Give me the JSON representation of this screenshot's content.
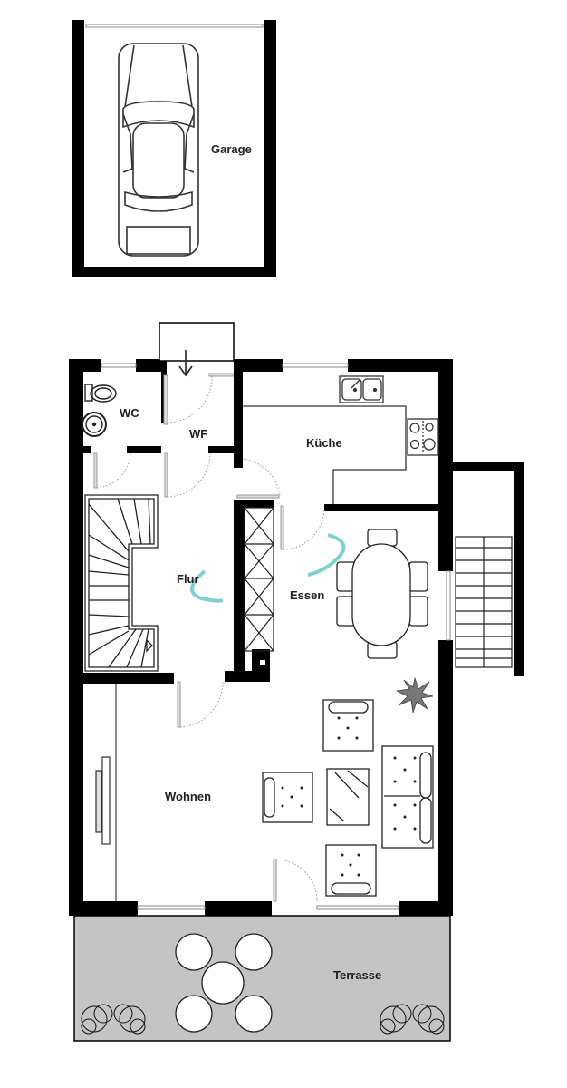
{
  "plan": {
    "type": "floor-plan",
    "colors": {
      "wall": "#000000",
      "terrace_fill": "#c4c4c4",
      "watermark": "#6cc8c8",
      "line": "#222222"
    },
    "rooms": [
      {
        "id": "garage",
        "label": "Garage"
      },
      {
        "id": "wc",
        "label": "WC"
      },
      {
        "id": "wf",
        "label": "WF"
      },
      {
        "id": "kueche",
        "label": "Küche"
      },
      {
        "id": "flur",
        "label": "Flur"
      },
      {
        "id": "essen",
        "label": "Essen"
      },
      {
        "id": "wohnen",
        "label": "Wohnen"
      },
      {
        "id": "terrasse",
        "label": "Terrasse"
      }
    ],
    "symbols": [
      "car-icon",
      "toilet-icon",
      "washbasin-icon",
      "entrance-arrow-icon",
      "double-sink-icon",
      "stove-icon",
      "staircase-icon",
      "shelf-icon",
      "dining-table-icon",
      "dining-chair-icon",
      "plant-icon",
      "armchair-icon",
      "sofa-icon",
      "coffee-table-icon",
      "tv-icon",
      "round-table-icon",
      "lounge-chair-icon",
      "shrub-icon",
      "exterior-stair-icon"
    ]
  }
}
